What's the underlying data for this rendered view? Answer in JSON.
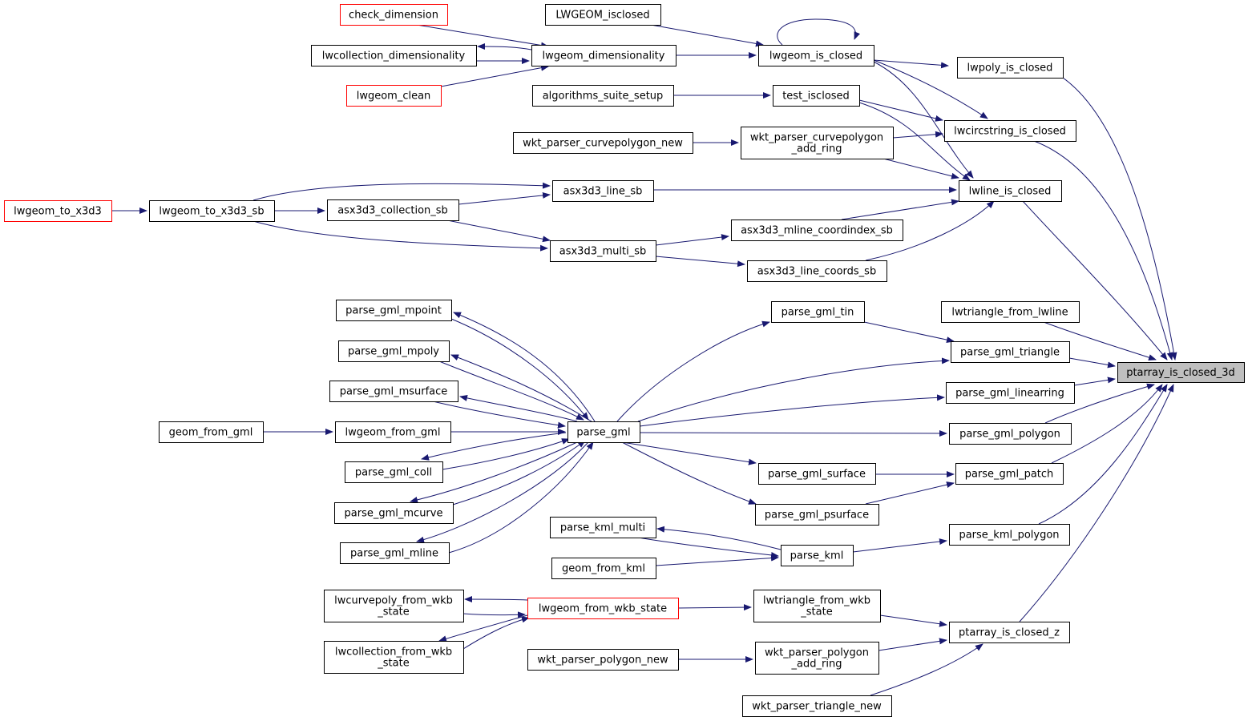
{
  "colors": {
    "edge": "#191970",
    "focus_fill": "#bfbfbf",
    "external_border": "#ff0000",
    "node_border": "#000000"
  },
  "nodes": {
    "ptarray_is_closed_3d": {
      "label": "ptarray_is_closed_3d",
      "kind": "focus"
    },
    "lwpoly_is_closed": {
      "label": "lwpoly_is_closed"
    },
    "lwcircstring_is_closed": {
      "label": "lwcircstring_is_closed"
    },
    "lwline_is_closed": {
      "label": "lwline_is_closed"
    },
    "lwtriangle_from_lwline": {
      "label": "lwtriangle_from_lwline"
    },
    "parse_gml_triangle": {
      "label": "parse_gml_triangle"
    },
    "parse_gml_linearring": {
      "label": "parse_gml_linearring"
    },
    "parse_gml_polygon": {
      "label": "parse_gml_polygon"
    },
    "parse_gml_patch": {
      "label": "parse_gml_patch"
    },
    "parse_kml_polygon": {
      "label": "parse_kml_polygon"
    },
    "ptarray_is_closed_z": {
      "label": "ptarray_is_closed_z"
    },
    "LWGEOM_isclosed": {
      "label": "LWGEOM_isclosed"
    },
    "lwgeom_is_closed": {
      "label": "lwgeom_is_closed"
    },
    "check_dimension": {
      "label": "check_dimension",
      "kind": "external"
    },
    "lwcollection_dimensionality": {
      "label": "lwcollection_dimensionality"
    },
    "lwgeom_dimensionality": {
      "label": "lwgeom_dimensionality"
    },
    "lwgeom_clean": {
      "label": "lwgeom_clean",
      "kind": "external"
    },
    "algorithms_suite_setup": {
      "label": "algorithms_suite_setup"
    },
    "test_isclosed": {
      "label": "test_isclosed"
    },
    "wkt_parser_curvepolygon_new": {
      "label": "wkt_parser_curvepolygon_new"
    },
    "wkt_parser_curvepolygon_add_ring": {
      "label": "wkt_parser_curvepolygon_add_ring",
      "lines": [
        "wkt_parser_curvepolygon",
        "_add_ring"
      ]
    },
    "lwgeom_to_x3d3": {
      "label": "lwgeom_to_x3d3",
      "kind": "external"
    },
    "lwgeom_to_x3d3_sb": {
      "label": "lwgeom_to_x3d3_sb"
    },
    "asx3d3_collection_sb": {
      "label": "asx3d3_collection_sb"
    },
    "asx3d3_line_sb": {
      "label": "asx3d3_line_sb"
    },
    "asx3d3_multi_sb": {
      "label": "asx3d3_multi_sb"
    },
    "asx3d3_mline_coordindex_sb": {
      "label": "asx3d3_mline_coordindex_sb"
    },
    "asx3d3_line_coords_sb": {
      "label": "asx3d3_line_coords_sb"
    },
    "parse_gml_tin": {
      "label": "parse_gml_tin"
    },
    "parse_gml": {
      "label": "parse_gml"
    },
    "parse_gml_mpoint": {
      "label": "parse_gml_mpoint"
    },
    "parse_gml_mpoly": {
      "label": "parse_gml_mpoly"
    },
    "parse_gml_msurface": {
      "label": "parse_gml_msurface"
    },
    "lwgeom_from_gml": {
      "label": "lwgeom_from_gml"
    },
    "geom_from_gml": {
      "label": "geom_from_gml"
    },
    "parse_gml_coll": {
      "label": "parse_gml_coll"
    },
    "parse_gml_mcurve": {
      "label": "parse_gml_mcurve"
    },
    "parse_gml_mline": {
      "label": "parse_gml_mline"
    },
    "parse_gml_surface": {
      "label": "parse_gml_surface"
    },
    "parse_gml_psurface": {
      "label": "parse_gml_psurface"
    },
    "parse_kml_multi": {
      "label": "parse_kml_multi"
    },
    "parse_kml": {
      "label": "parse_kml"
    },
    "geom_from_kml": {
      "label": "geom_from_kml"
    },
    "lwcurvepoly_from_wkb_state": {
      "label": "lwcurvepoly_from_wkb_state",
      "lines": [
        "lwcurvepoly_from_wkb",
        "_state"
      ]
    },
    "lwgeom_from_wkb_state": {
      "label": "lwgeom_from_wkb_state",
      "kind": "external"
    },
    "lwcollection_from_wkb_state": {
      "label": "lwcollection_from_wkb_state",
      "lines": [
        "lwcollection_from_wkb",
        "_state"
      ]
    },
    "lwtriangle_from_wkb_state": {
      "label": "lwtriangle_from_wkb_state",
      "lines": [
        "lwtriangle_from_wkb",
        "_state"
      ]
    },
    "wkt_parser_polygon_new": {
      "label": "wkt_parser_polygon_new"
    },
    "wkt_parser_polygon_add_ring": {
      "label": "wkt_parser_polygon_add_ring",
      "lines": [
        "wkt_parser_polygon",
        "_add_ring"
      ]
    },
    "wkt_parser_triangle_new": {
      "label": "wkt_parser_triangle_new"
    }
  },
  "edges": [
    [
      "lwpoly_is_closed",
      "ptarray_is_closed_3d"
    ],
    [
      "lwcircstring_is_closed",
      "ptarray_is_closed_3d"
    ],
    [
      "lwline_is_closed",
      "ptarray_is_closed_3d"
    ],
    [
      "lwtriangle_from_lwline",
      "ptarray_is_closed_3d"
    ],
    [
      "parse_gml_triangle",
      "ptarray_is_closed_3d"
    ],
    [
      "parse_gml_linearring",
      "ptarray_is_closed_3d"
    ],
    [
      "parse_gml_polygon",
      "ptarray_is_closed_3d"
    ],
    [
      "parse_gml_patch",
      "ptarray_is_closed_3d"
    ],
    [
      "parse_kml_polygon",
      "ptarray_is_closed_3d"
    ],
    [
      "ptarray_is_closed_z",
      "ptarray_is_closed_3d"
    ],
    [
      "LWGEOM_isclosed",
      "lwgeom_is_closed"
    ],
    [
      "lwgeom_is_closed",
      "lwgeom_is_closed"
    ],
    [
      "lwgeom_dimensionality",
      "lwgeom_is_closed"
    ],
    [
      "lwgeom_is_closed",
      "lwpoly_is_closed"
    ],
    [
      "lwgeom_is_closed",
      "lwcircstring_is_closed"
    ],
    [
      "lwgeom_is_closed",
      "lwline_is_closed"
    ],
    [
      "check_dimension",
      "lwgeom_dimensionality"
    ],
    [
      "lwgeom_clean",
      "lwgeom_dimensionality"
    ],
    [
      "lwgeom_dimensionality",
      "lwcollection_dimensionality"
    ],
    [
      "lwcollection_dimensionality",
      "lwgeom_dimensionality"
    ],
    [
      "algorithms_suite_setup",
      "test_isclosed"
    ],
    [
      "test_isclosed",
      "lwcircstring_is_closed"
    ],
    [
      "test_isclosed",
      "lwline_is_closed"
    ],
    [
      "wkt_parser_curvepolygon_new",
      "wkt_parser_curvepolygon_add_ring"
    ],
    [
      "wkt_parser_curvepolygon_add_ring",
      "lwcircstring_is_closed"
    ],
    [
      "wkt_parser_curvepolygon_add_ring",
      "lwline_is_closed"
    ],
    [
      "lwgeom_to_x3d3",
      "lwgeom_to_x3d3_sb"
    ],
    [
      "lwgeom_to_x3d3_sb",
      "asx3d3_collection_sb"
    ],
    [
      "lwgeom_to_x3d3_sb",
      "asx3d3_line_sb"
    ],
    [
      "lwgeom_to_x3d3_sb",
      "asx3d3_multi_sb"
    ],
    [
      "asx3d3_collection_sb",
      "asx3d3_line_sb"
    ],
    [
      "asx3d3_collection_sb",
      "asx3d3_multi_sb"
    ],
    [
      "asx3d3_line_sb",
      "lwline_is_closed"
    ],
    [
      "asx3d3_multi_sb",
      "asx3d3_mline_coordindex_sb"
    ],
    [
      "asx3d3_multi_sb",
      "asx3d3_line_coords_sb"
    ],
    [
      "asx3d3_mline_coordindex_sb",
      "lwline_is_closed"
    ],
    [
      "asx3d3_line_coords_sb",
      "lwline_is_closed"
    ],
    [
      "parse_gml_tin",
      "parse_gml_triangle"
    ],
    [
      "parse_gml",
      "parse_gml_tin"
    ],
    [
      "parse_gml",
      "parse_gml_triangle"
    ],
    [
      "parse_gml",
      "parse_gml_linearring"
    ],
    [
      "parse_gml",
      "parse_gml_polygon"
    ],
    [
      "parse_gml",
      "parse_gml_surface"
    ],
    [
      "parse_gml",
      "parse_gml_psurface"
    ],
    [
      "parse_gml_surface",
      "parse_gml_patch"
    ],
    [
      "parse_gml_psurface",
      "parse_gml_patch"
    ],
    [
      "parse_gml",
      "parse_gml_mpoint"
    ],
    [
      "parse_gml",
      "parse_gml_mpoly"
    ],
    [
      "parse_gml",
      "parse_gml_msurface"
    ],
    [
      "parse_gml",
      "parse_gml_coll"
    ],
    [
      "parse_gml",
      "parse_gml_mcurve"
    ],
    [
      "parse_gml",
      "parse_gml_mline"
    ],
    [
      "parse_gml_mpoint",
      "parse_gml"
    ],
    [
      "parse_gml_mpoly",
      "parse_gml"
    ],
    [
      "parse_gml_msurface",
      "parse_gml"
    ],
    [
      "parse_gml_coll",
      "parse_gml"
    ],
    [
      "parse_gml_mcurve",
      "parse_gml"
    ],
    [
      "parse_gml_mline",
      "parse_gml"
    ],
    [
      "lwgeom_from_gml",
      "parse_gml"
    ],
    [
      "geom_from_gml",
      "lwgeom_from_gml"
    ],
    [
      "parse_kml",
      "parse_kml_polygon"
    ],
    [
      "parse_kml",
      "parse_kml_multi"
    ],
    [
      "parse_kml_multi",
      "parse_kml"
    ],
    [
      "geom_from_kml",
      "parse_kml"
    ],
    [
      "lwgeom_from_wkb_state",
      "lwtriangle_from_wkb_state"
    ],
    [
      "lwgeom_from_wkb_state",
      "lwcurvepoly_from_wkb_state"
    ],
    [
      "lwcurvepoly_from_wkb_state",
      "lwgeom_from_wkb_state"
    ],
    [
      "lwgeom_from_wkb_state",
      "lwcollection_from_wkb_state"
    ],
    [
      "lwcollection_from_wkb_state",
      "lwgeom_from_wkb_state"
    ],
    [
      "lwtriangle_from_wkb_state",
      "ptarray_is_closed_z"
    ],
    [
      "wkt_parser_polygon_new",
      "wkt_parser_polygon_add_ring"
    ],
    [
      "wkt_parser_polygon_add_ring",
      "ptarray_is_closed_z"
    ],
    [
      "wkt_parser_triangle_new",
      "ptarray_is_closed_z"
    ]
  ]
}
